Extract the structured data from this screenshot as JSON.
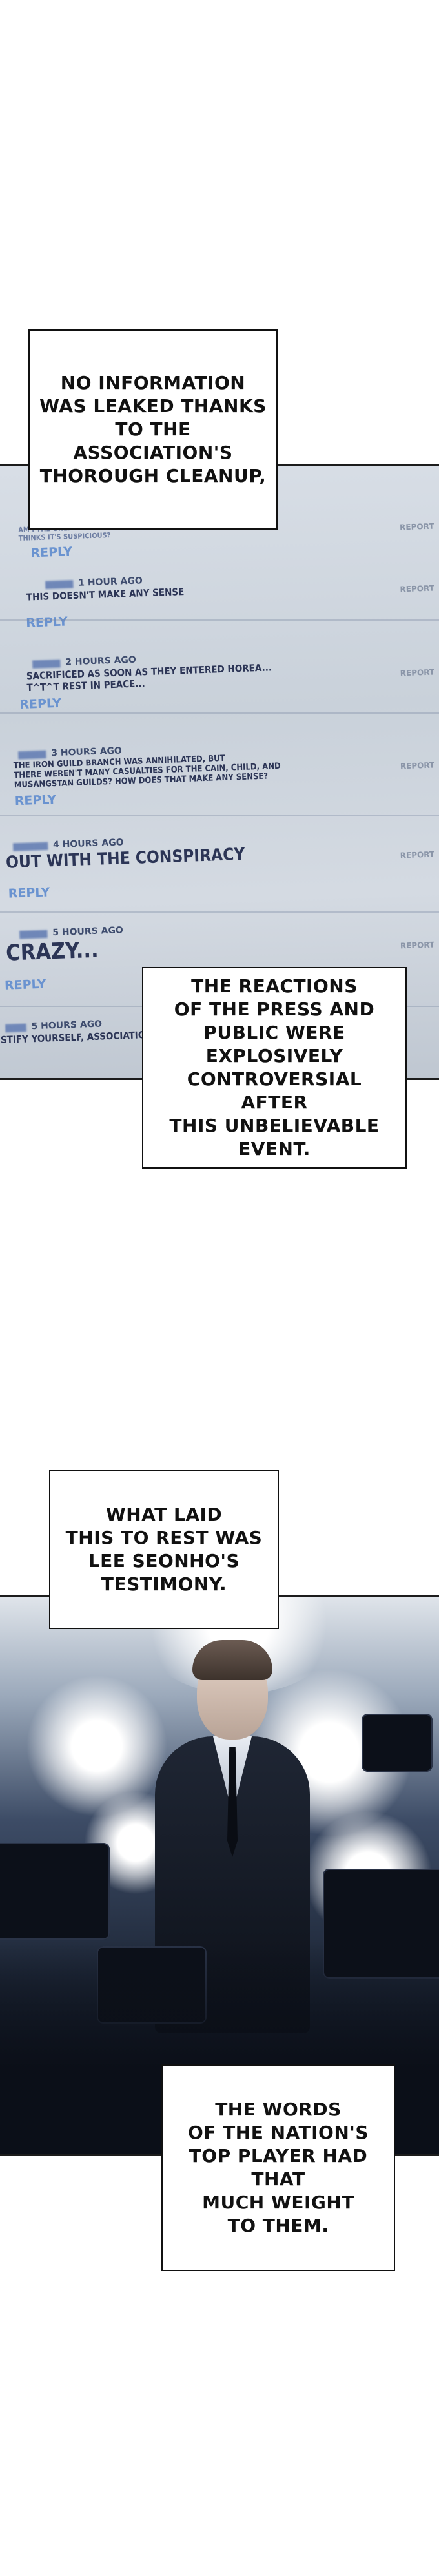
{
  "captions": {
    "c1": "NO INFORMATION\nWAS LEAKED THANKS\nTO THE ASSOCIATION'S\nTHOROUGH CLEANUP,",
    "c2": "THE REACTIONS\nOF THE PRESS AND\nPUBLIC WERE EXPLOSIVELY\nCONTROVERSIAL AFTER\nTHIS UNBELIEVABLE\nEVENT.",
    "c3": "WHAT LAID\nTHIS TO REST WAS\nLEE SEONHO'S\nTESTIMONY.",
    "c4": "THE WORDS\nOF THE NATION'S\nTOP PLAYER HAD THAT\nMUCH WEIGHT\nTO THEM."
  },
  "comments": {
    "reply_label": "REPLY",
    "report_label": "REPORT",
    "items": [
      {
        "user": "",
        "time": "",
        "text": "AM I THE ONLY ONE WHO\nTHINKS IT'S SUSPICIOUS?"
      },
      {
        "user": "",
        "time": "1 HOUR AGO",
        "text": "THIS DOESN'T MAKE ANY SENSE"
      },
      {
        "user": "",
        "time": "2 HOURS AGO",
        "text": "SACRIFICED AS SOON AS THEY ENTERED HOREA...\nT^T^T REST IN PEACE..."
      },
      {
        "user": "",
        "time": "3 HOURS AGO",
        "text": "THE IRON GUILD BRANCH WAS ANNIHILATED, BUT\nTHERE WEREN'T MANY CASUALTIES FOR THE CAIN, CHILD, AND\nMUSANGSTAN GUILDS? HOW DOES THAT MAKE ANY SENSE?"
      },
      {
        "user": "",
        "time": "4 HOURS AGO",
        "text": "OUT WITH THE CONSPIRACY"
      },
      {
        "user": "",
        "time": "5 HOURS AGO",
        "text": "CRAZY..."
      },
      {
        "user": "",
        "time": "5 HOURS AGO",
        "text": "STIFY YOURSELF, ASSOCIATION"
      }
    ]
  }
}
